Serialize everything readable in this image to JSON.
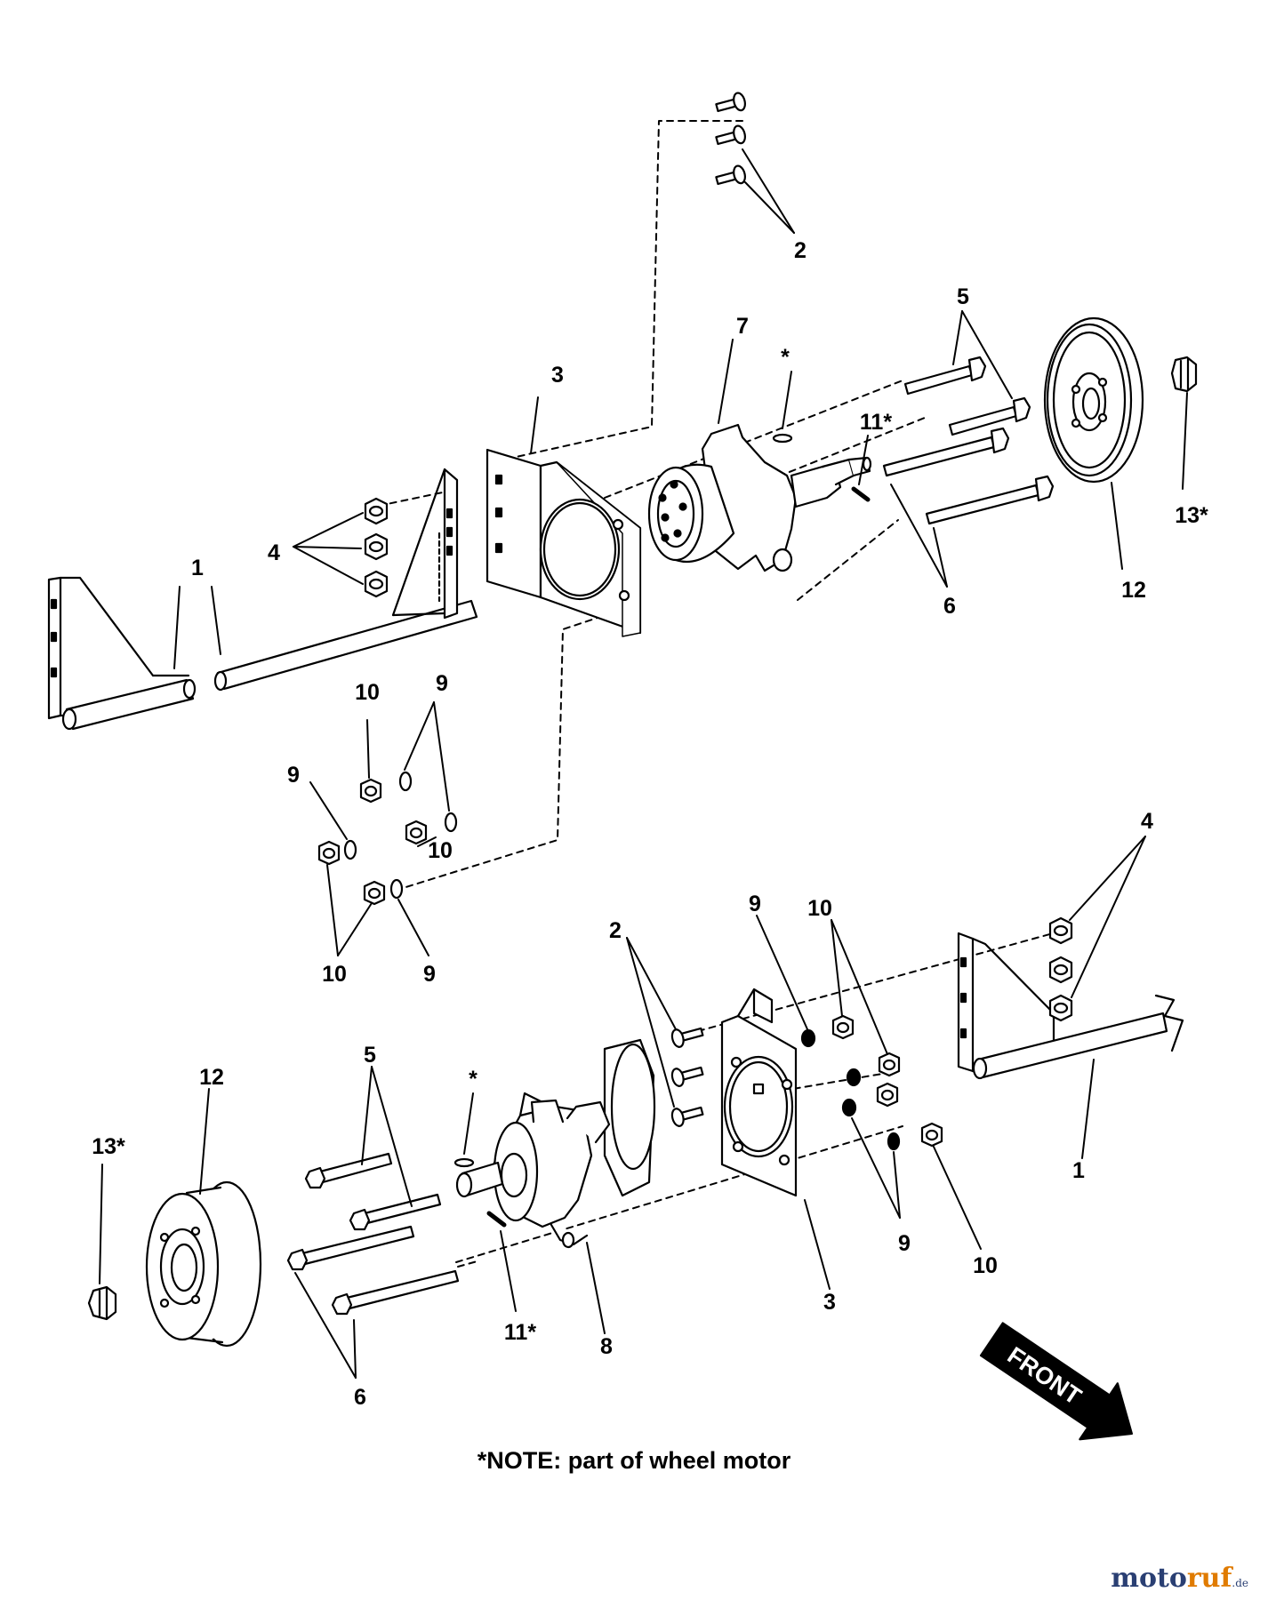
{
  "labels": {
    "n1_top": "1",
    "n2_top": "2",
    "n3_top": "3",
    "n4_top": "4",
    "n5_top": "5",
    "n6_top": "6",
    "n7_top": "7",
    "star_top": "*",
    "n9_top_a": "9",
    "n9_top_b": "9",
    "n9_top_c": "9",
    "n10_top_a": "10",
    "n10_top_b": "10",
    "n10_top_c": "10",
    "n11_top": "11*",
    "n12_top": "12",
    "n13_top": "13*",
    "n1_bot": "1",
    "n2_bot": "2",
    "n3_bot": "3",
    "n4_bot": "4",
    "n5_bot": "5",
    "n6_bot": "6",
    "n8_bot": "8",
    "star_bot": "*",
    "n9_bot_a": "9",
    "n9_bot_b": "9",
    "n10_bot_a": "10",
    "n10_bot_b": "10",
    "n11_bot": "11*",
    "n12_bot": "12",
    "n13_bot": "13*"
  },
  "front_arrow": "FRONT",
  "note": "*NOTE: part of wheel motor",
  "watermark": {
    "brand_a": "moto",
    "brand_b": "ruf",
    "suffix": ".de"
  }
}
